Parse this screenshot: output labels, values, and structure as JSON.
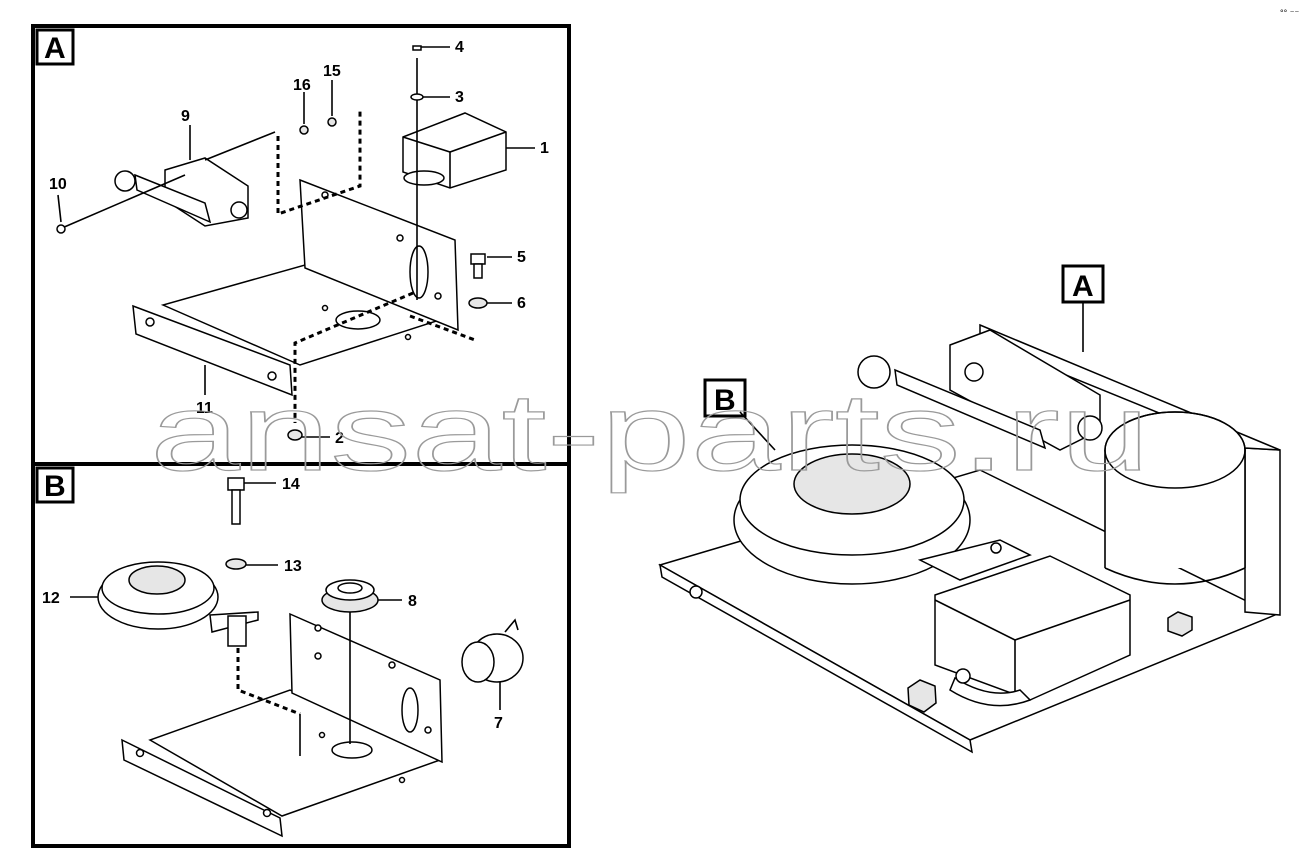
{
  "views": {
    "a": {
      "tag": "A"
    },
    "b": {
      "tag": "B"
    }
  },
  "assembly_view": {
    "tag_a": "A",
    "tag_b": "B"
  },
  "callouts": [
    "1",
    "2",
    "3",
    "4",
    "5",
    "6",
    "7",
    "8",
    "9",
    "10",
    "11",
    "12",
    "13",
    "14",
    "15",
    "16"
  ],
  "watermark": "ansat-parts.ru",
  "corner_mark": "°° ⁻⁻"
}
